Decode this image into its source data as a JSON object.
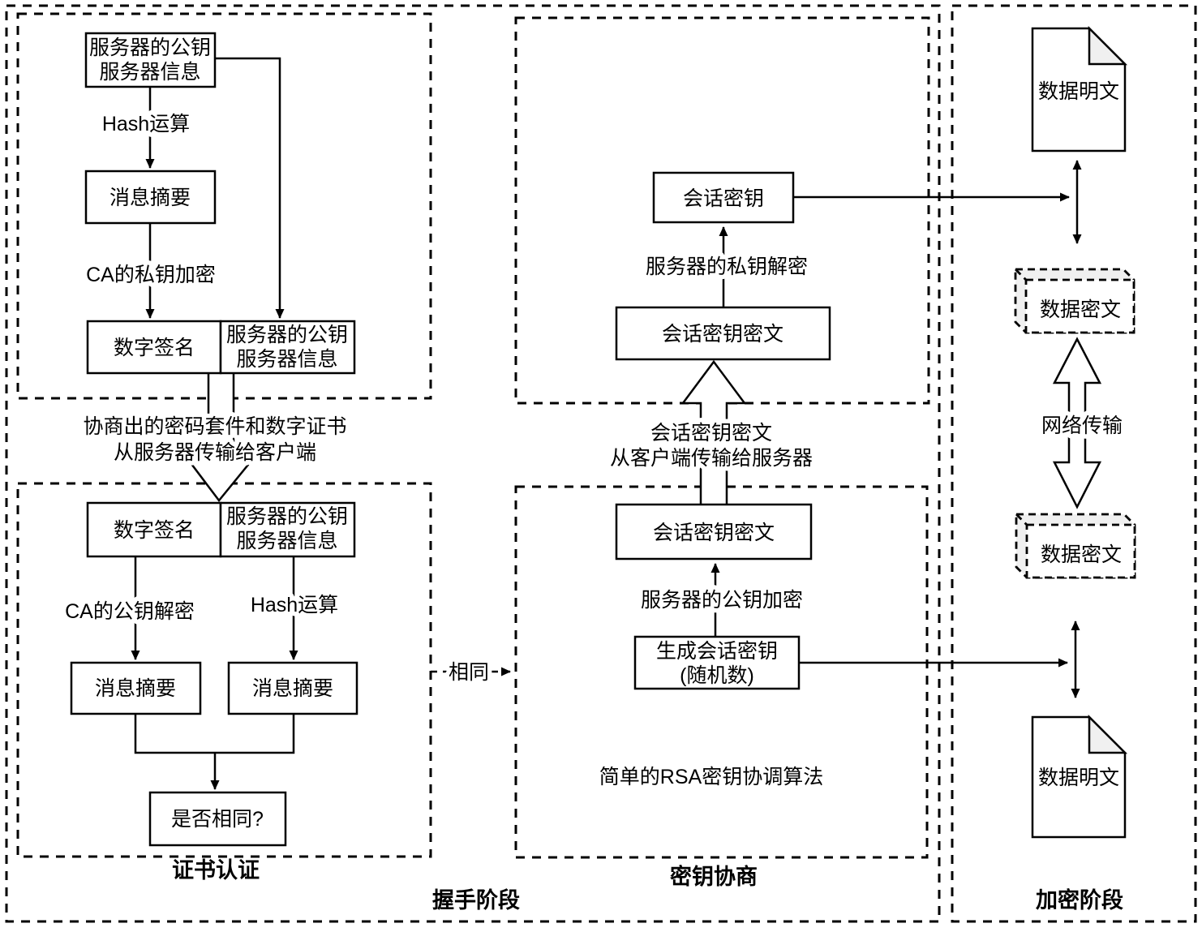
{
  "labels": {
    "handshake_phase": "握手阶段",
    "cert_auth": "证书认证",
    "key_negotiation": "密钥协商",
    "encryption_phase": "加密阶段",
    "rsa_note": "简单的RSA密钥协调算法"
  },
  "boxes": {
    "server_pubkey": "服务器的公钥",
    "server_info": "服务器信息",
    "message_digest": "消息摘要",
    "digital_signature": "数字签名",
    "is_same": "是否相同?",
    "session_key": "会话密钥",
    "session_key_ciphertext": "会话密钥密文",
    "generate_session_key": "生成会话密钥",
    "random_number": "(随机数)",
    "data_plaintext": "数据明文",
    "data_ciphertext": "数据密文"
  },
  "edges": {
    "hash_operation": "Hash运算",
    "ca_private_key_encrypt": "CA的私钥加密",
    "ca_public_key_decrypt": "CA的公钥解密",
    "server_private_key_decrypt": "服务器的私钥解密",
    "server_public_key_encrypt": "服务器的公钥加密",
    "same": "相同",
    "network_transfer": "网络传输",
    "cert_transfer_line1": "协商出的密码套件和数字证书",
    "cert_transfer_line2": "从服务器传输给客户端",
    "key_transfer_line1": "会话密钥密文",
    "key_transfer_line2": "从客户端传输给服务器"
  }
}
